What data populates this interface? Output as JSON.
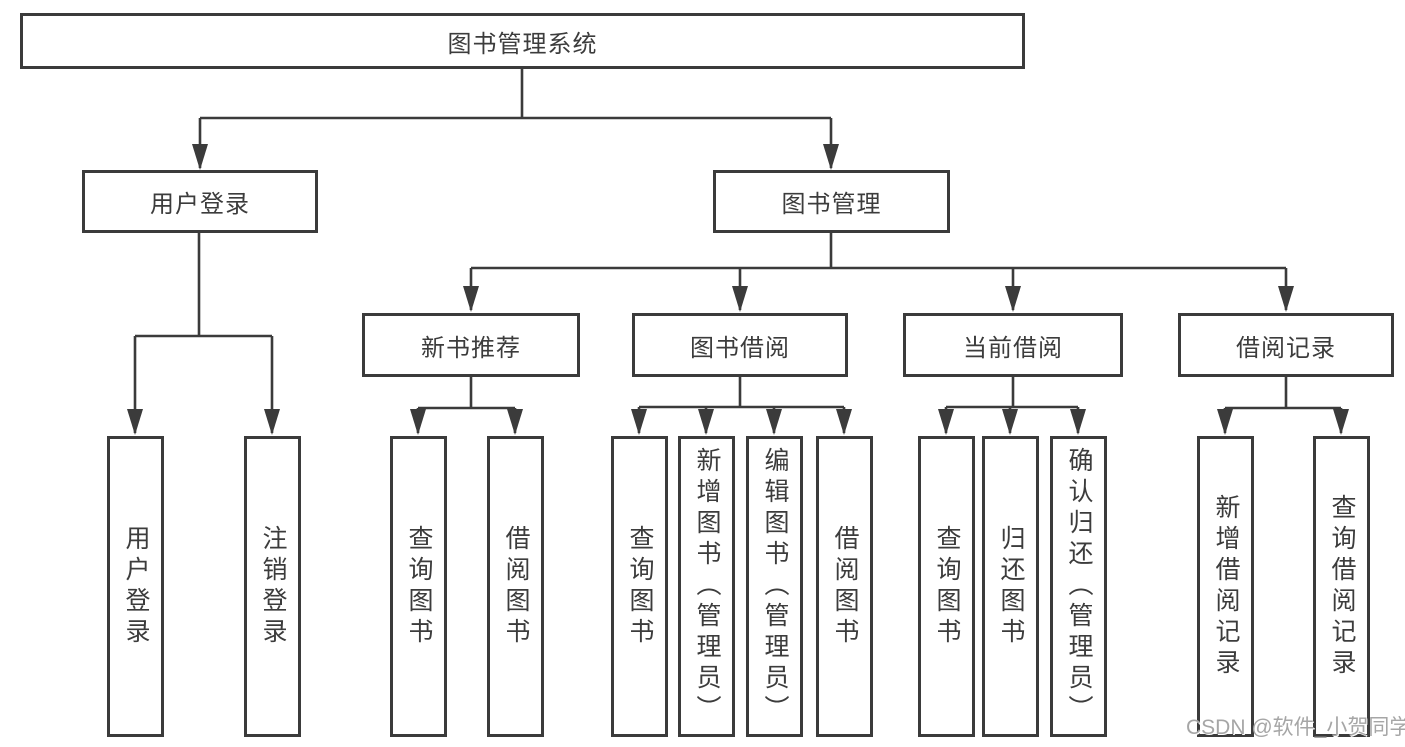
{
  "diagram": {
    "title": "图书管理系统",
    "branches": [
      {
        "label": "用户登录",
        "children": [
          {
            "label": "用户登录"
          },
          {
            "label": "注销登录"
          }
        ]
      },
      {
        "label": "图书管理",
        "children": [
          {
            "label": "新书推荐",
            "children": [
              {
                "label": "查询图书"
              },
              {
                "label": "借阅图书"
              }
            ]
          },
          {
            "label": "图书借阅",
            "children": [
              {
                "label": "查询图书"
              },
              {
                "label": "新增图书（管理员）"
              },
              {
                "label": "编辑图书（管理员）"
              },
              {
                "label": "借阅图书"
              }
            ]
          },
          {
            "label": "当前借阅",
            "children": [
              {
                "label": "查询图书"
              },
              {
                "label": "归还图书"
              },
              {
                "label": "确认归还（管理员）"
              }
            ]
          },
          {
            "label": "借阅记录",
            "children": [
              {
                "label": "新增借阅记录"
              },
              {
                "label": "查询借阅记录"
              }
            ]
          }
        ]
      }
    ]
  },
  "watermark": "CSDN @软件_小贺同学",
  "colors": {
    "line": "#3b3b3b",
    "text": "#3c3c3c",
    "watermark": "#a6a6a6",
    "background": "#ffffff"
  }
}
